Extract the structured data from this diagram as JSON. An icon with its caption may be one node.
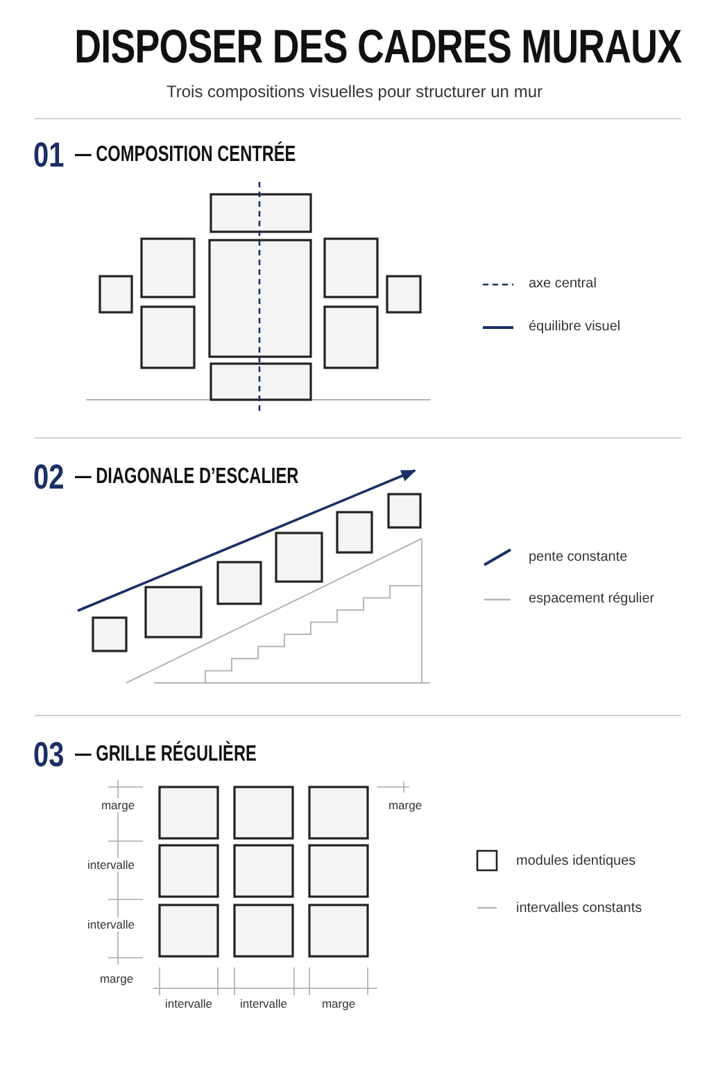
{
  "diagram": {
    "title": "DISPOSER DES CADRES MURAUX",
    "labels": [
      "Trois compositions visuelles pour structurer un mur",
      "01",
      "— COMPOSITION CENTRÉE",
      "02",
      "— DIAGONALE D’ESCALIER",
      "03",
      "— GRILLE RÉGULIÈRE",
      "marge",
      "marge",
      "intervalle",
      "intervalle",
      "marge",
      "intervalle",
      "intervalle",
      "marge"
    ],
    "legend": [
      {
        "text": "axe central"
      },
      {
        "text": "équilibre visuel"
      },
      {
        "text": "pente constante"
      },
      {
        "text": "espacement régulier"
      },
      {
        "text": "modules identiques"
      },
      {
        "text": "intervalles constants"
      }
    ]
  }
}
